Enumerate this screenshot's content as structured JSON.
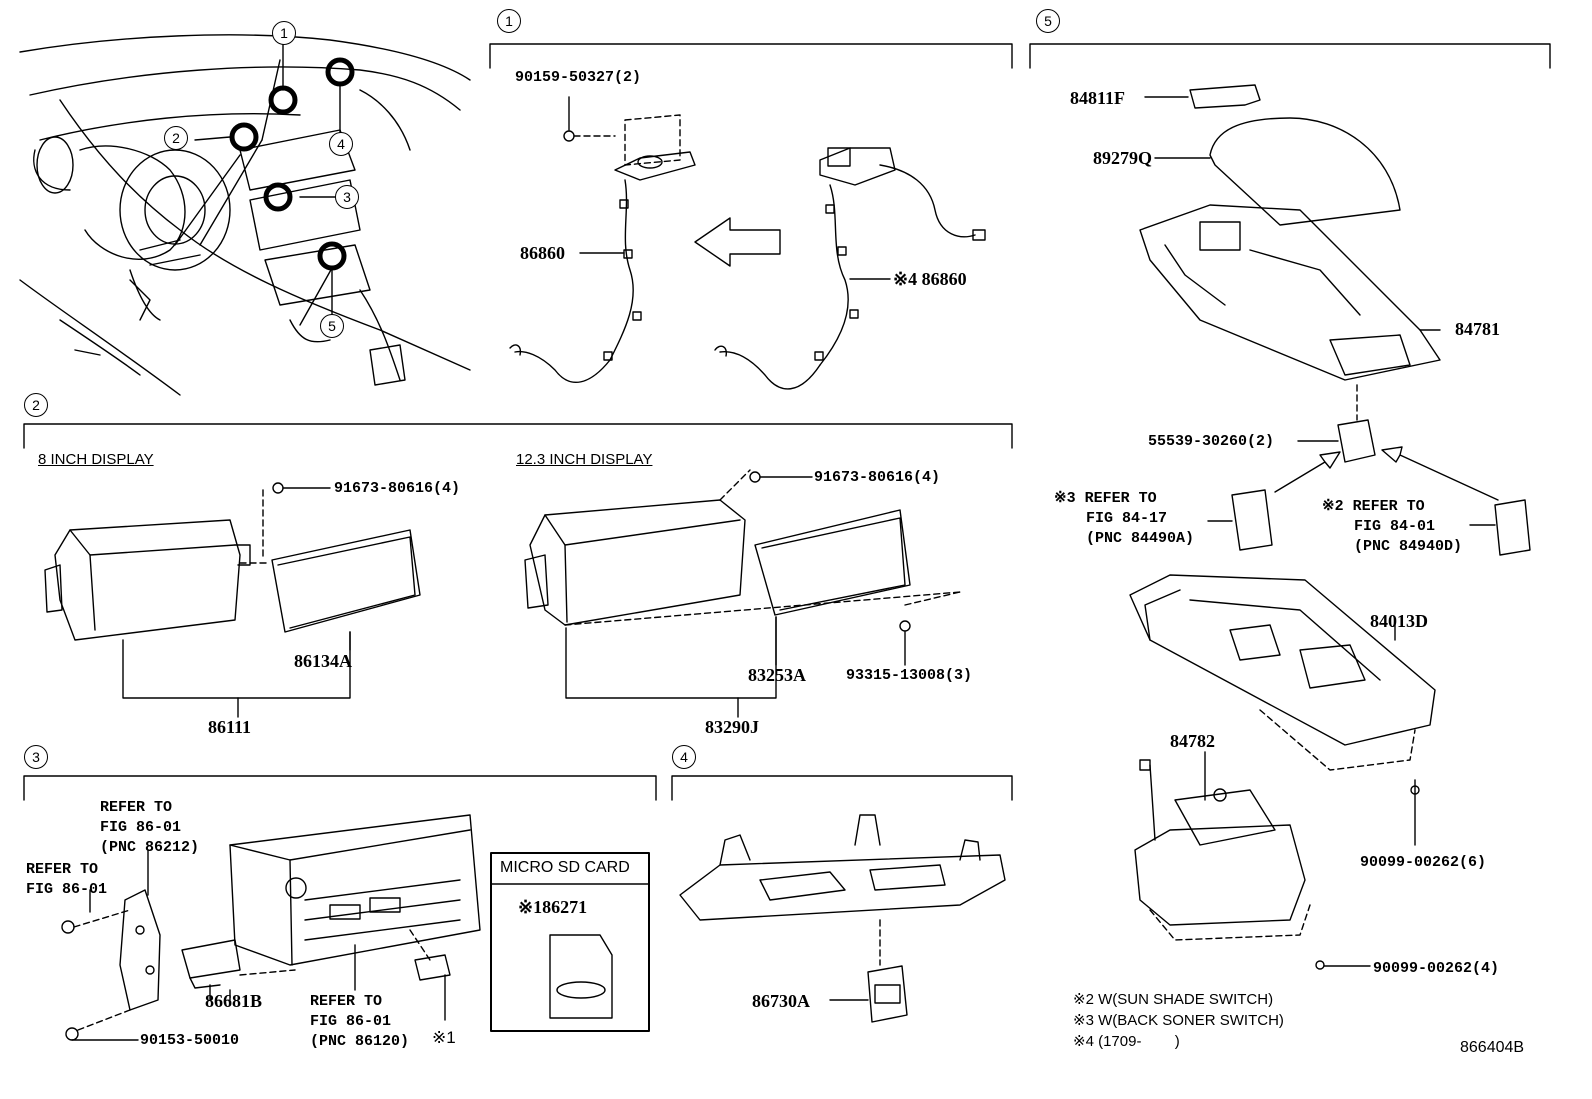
{
  "section_markers": {
    "s1": "1",
    "s2": "2",
    "s3": "3",
    "s4": "4",
    "s5": "5"
  },
  "overview_markers": [
    "1",
    "2",
    "3",
    "4",
    "5"
  ],
  "section1": {
    "bolt": "90159-50327(2)",
    "cable_left": "86860",
    "cable_right": "※4 86860"
  },
  "section2": {
    "left_title": "8 INCH DISPLAY",
    "right_title": "12.3 INCH DISPLAY",
    "screw_left": "91673-80616(4)",
    "screw_right": "91673-80616(4)",
    "cover_left": "86134A",
    "assy_left": "86111",
    "cover_right": "83253A",
    "screw_bottom": "93315-13008(3)",
    "assy_right": "83290J"
  },
  "section3": {
    "ref_top": [
      "REFER TO",
      "FIG 86-01",
      "(PNC 86212)"
    ],
    "ref_left": [
      "REFER TO",
      "FIG 86-01"
    ],
    "bracket": "86681B",
    "screw": "90153-50010",
    "ref_bottom": [
      "REFER TO",
      "FIG 86-01",
      "(PNC 86120)"
    ],
    "note": "※1",
    "sd_box_title": "MICRO SD CARD",
    "sd_part": "※186271"
  },
  "section4": {
    "part": "86730A"
  },
  "section5": {
    "p1": "84811F",
    "p2": "89279Q",
    "p3": "84781",
    "p4": "55539-30260(2)",
    "ref_a": [
      "※3 REFER TO",
      "FIG 84-17",
      "(PNC 84490A)"
    ],
    "ref_b": [
      "※2 REFER TO",
      "FIG 84-01",
      "(PNC 84940D)"
    ],
    "p5": "84013D",
    "p6": "84782",
    "p7": "90099-00262(6)",
    "p8": "90099-00262(4)"
  },
  "footnotes": [
    "※2 W(SUN SHADE SWITCH)",
    "※3 W(BACK SONER SWITCH)",
    "※4 (1709-        )"
  ],
  "figure_id": "866404B"
}
